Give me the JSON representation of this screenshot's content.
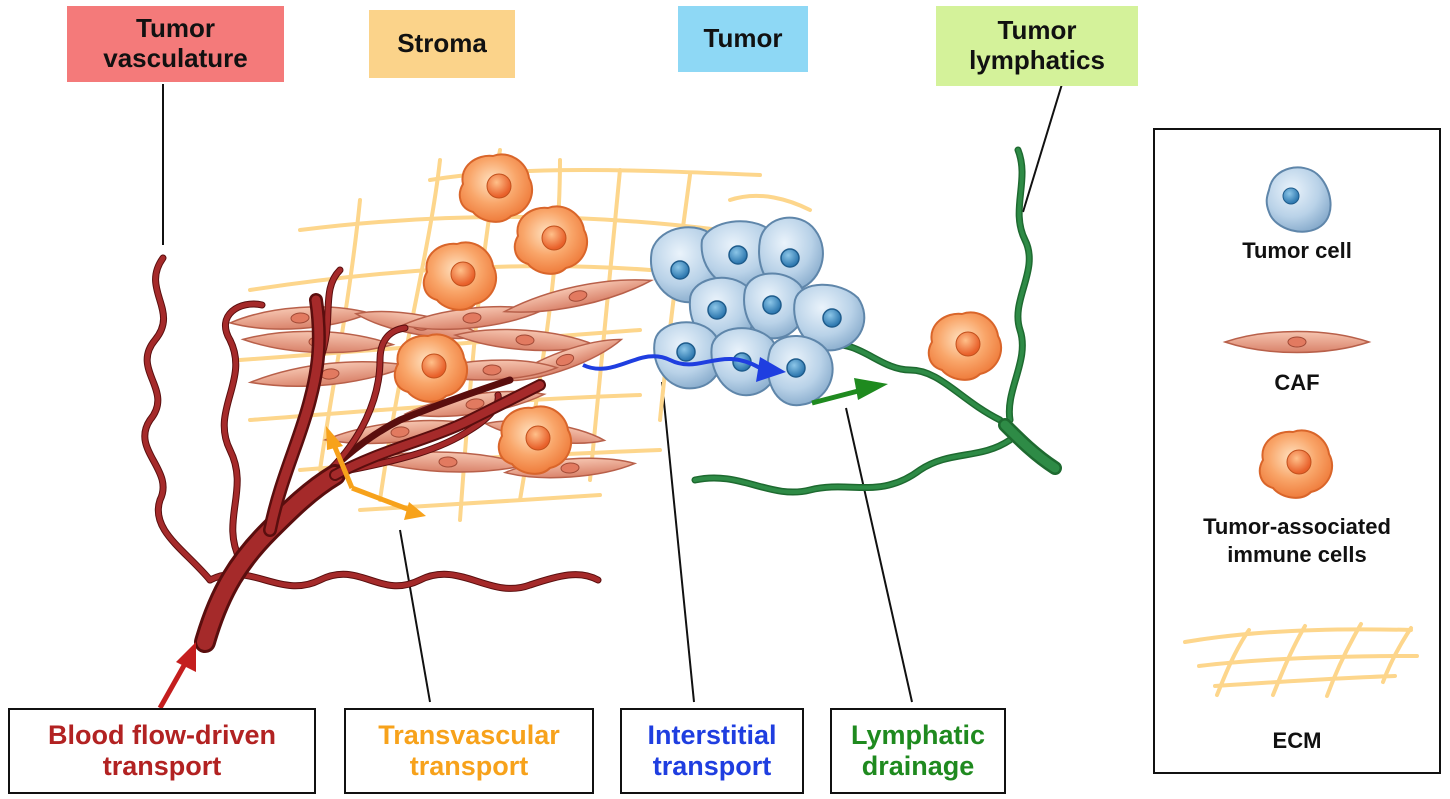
{
  "top_labels": {
    "vasculature": {
      "line1": "Tumor",
      "line2": "vasculature",
      "color": "#f47a7a"
    },
    "stroma": {
      "text": "Stroma",
      "color": "#fbd38a"
    },
    "tumor": {
      "text": "Tumor",
      "color": "#8ed8f5"
    },
    "lymphatics": {
      "line1": "Tumor",
      "line2": "lymphatics",
      "color": "#d4f29a"
    }
  },
  "bottom_labels": {
    "blood_flow": {
      "line1": "Blood flow-driven",
      "line2": "transport",
      "color": "#b22222"
    },
    "transvascular": {
      "line1": "Transvascular",
      "line2": "transport",
      "color": "#f7a21b"
    },
    "interstitial": {
      "line1": "Interstitial",
      "line2": "transport",
      "color": "#1f3ee0"
    },
    "lymphatic": {
      "line1": "Lymphatic",
      "line2": "drainage",
      "color": "#1f8a1f"
    }
  },
  "legend": {
    "tumor_cell": "Tumor cell",
    "caf": "CAF",
    "immune_line1": "Tumor-associated",
    "immune_line2": "immune cells",
    "ecm": "ECM"
  },
  "colors": {
    "vessel": "#8b1a1a",
    "lymph": "#2e8b46",
    "ecm": "#fdd68c",
    "orange_arrow": "#f7a21b",
    "blue_arrow": "#1f3ee0",
    "green_arrow": "#1f8a1f",
    "red_arrow": "#c41e1e"
  }
}
